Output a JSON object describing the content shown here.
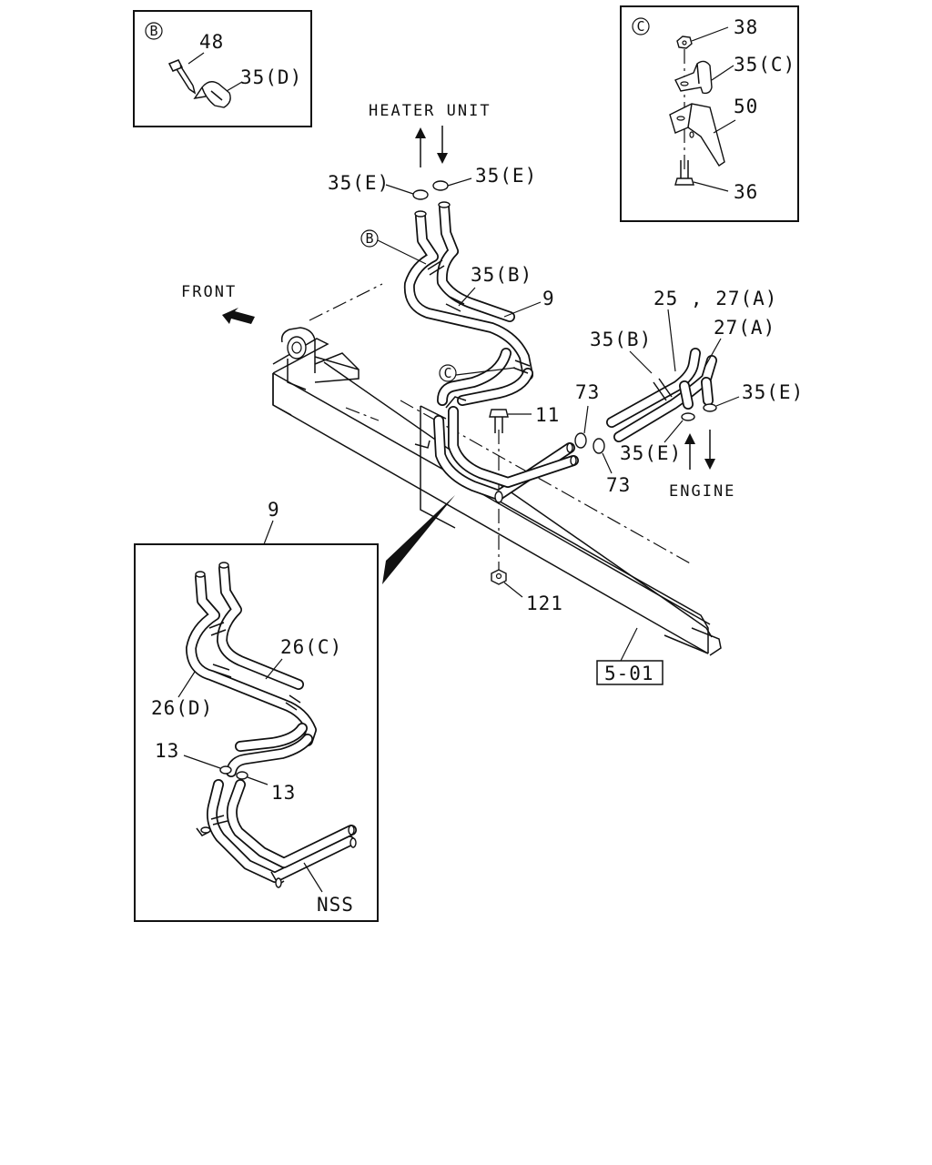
{
  "detail_b": {
    "marker": "B",
    "labels": {
      "bolt": "48",
      "clip": "35(D)"
    }
  },
  "detail_c": {
    "marker": "C",
    "labels": {
      "nut": "38",
      "clamp": "35(C)",
      "bracket": "50",
      "bolt": "36"
    }
  },
  "main": {
    "heater_unit": "HEATER UNIT",
    "front": "FRONT",
    "engine": "ENGINE",
    "clip_e_left": "35(E)",
    "clip_e_right": "35(E)",
    "marker_b": "B",
    "marker_c": "C",
    "clamp_b_upper": "35(B)",
    "hose_assy": "9",
    "hose_25_27a": "25 , 27(A)",
    "hose_27a": "27(A)",
    "clamp_b_engine": "35(B)",
    "clip_e_engine_right": "35(E)",
    "clip_e_engine_left": "35(E)",
    "bolt_11": "11",
    "clip_73_upper": "73",
    "clip_73_lower": "73",
    "nut_121": "121",
    "ref_box": "5-01"
  },
  "detail_9": {
    "title": "9",
    "labels": {
      "hose_26c": "26(C)",
      "hose_26d": "26(D)",
      "clip_13_left": "13",
      "clip_13_right": "13",
      "nss": "NSS"
    }
  }
}
